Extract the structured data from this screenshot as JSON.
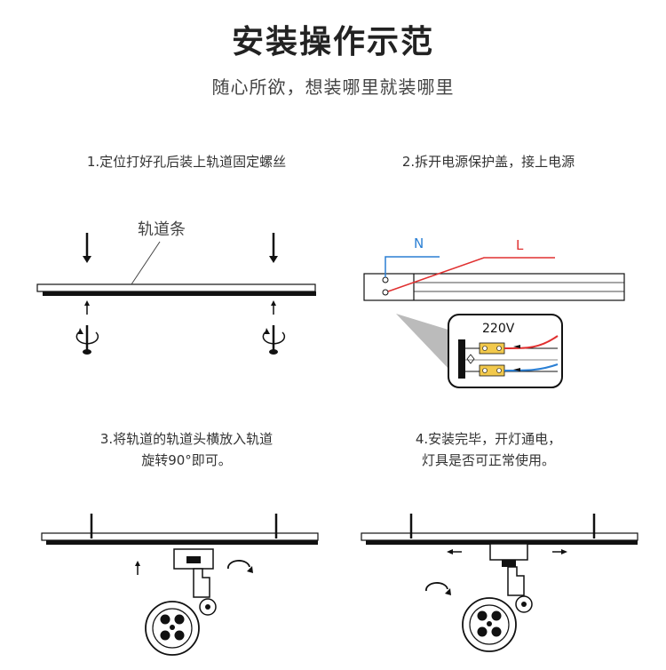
{
  "header": {
    "title": "安装操作示范",
    "subtitle": "随心所欲，想装哪里就装哪里"
  },
  "steps": [
    {
      "label": "1.定位打好孔后装上轨道固定螺丝",
      "annotation": "轨道条"
    },
    {
      "label": "2.拆开电源保护盖，接上电源",
      "wire_n": "N",
      "wire_l": "L",
      "voltage": "220V"
    },
    {
      "label_line1": "3.将轨道的轨道头横放入轨道",
      "label_line2": "旋转90°即可。"
    },
    {
      "label_line1": "4.安装完毕，开灯通电，",
      "label_line2": "灯具是否可正常使用。"
    }
  ],
  "colors": {
    "wire_n": "#2a7fd4",
    "wire_l": "#e03030",
    "terminal": "#f2c94c",
    "line": "#111111"
  }
}
